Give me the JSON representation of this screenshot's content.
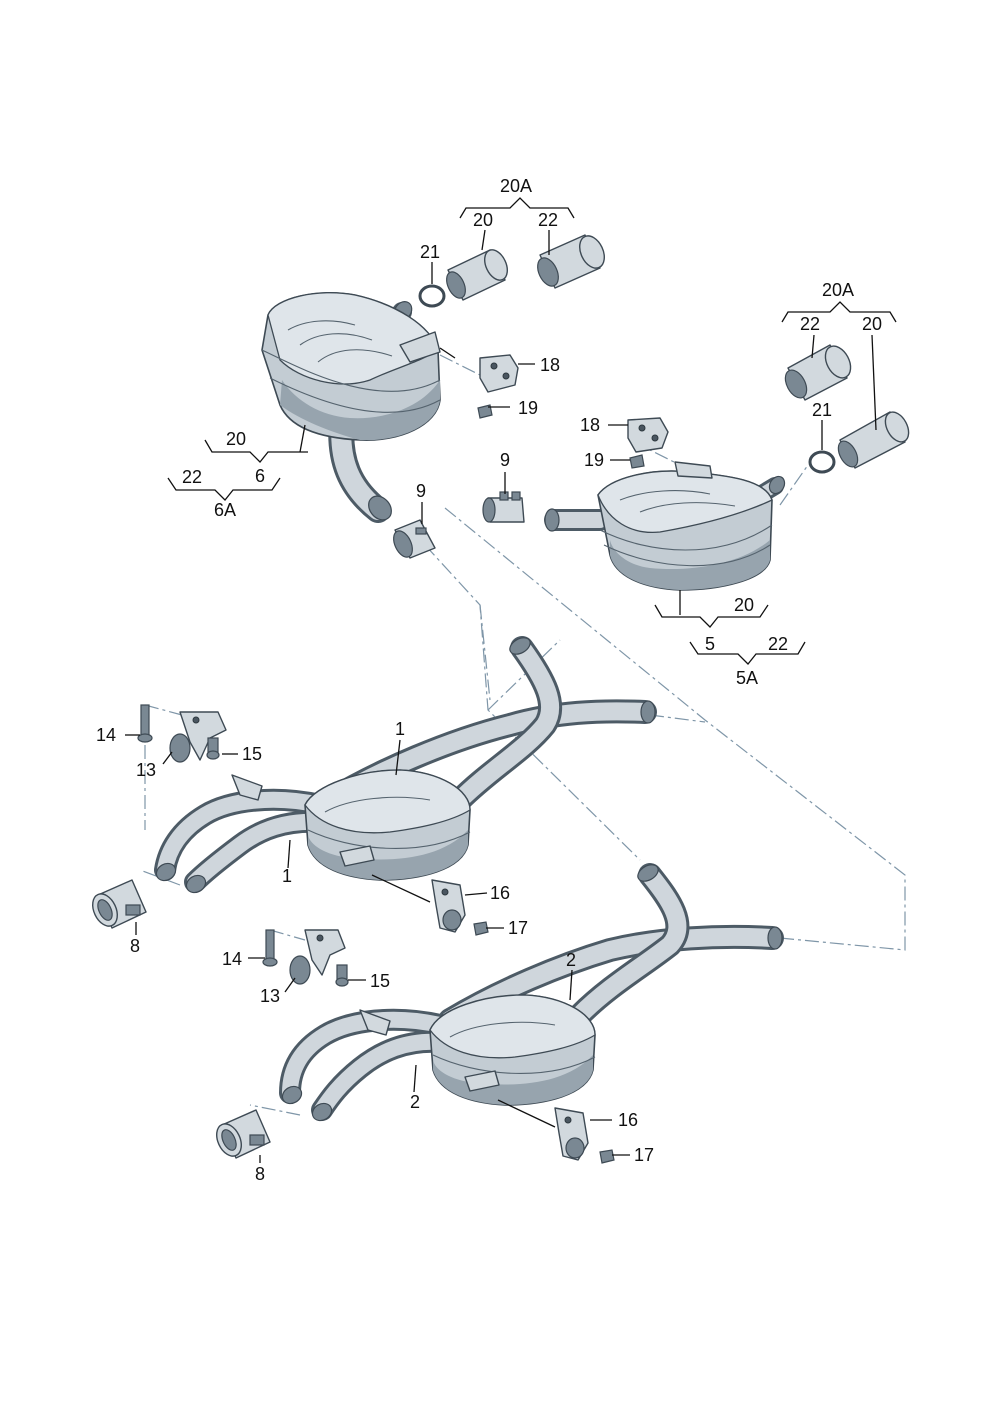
{
  "diagram": {
    "callouts": {
      "c20A_top": "20A",
      "c20_top": "20",
      "c22_top": "22",
      "c21_top": "21",
      "c18_top": "18",
      "c19_top": "19",
      "c20_left": "20",
      "c6": "6",
      "c22_left": "22",
      "c6A": "6A",
      "c9_left": "9",
      "c9_right": "9",
      "c20A_right": "20A",
      "c22_right": "22",
      "c20_right": "20",
      "c21_right": "21",
      "c18_right": "18",
      "c19_right": "19",
      "c20_right_low": "20",
      "c5": "5",
      "c22_right_low": "22",
      "c5A": "5A",
      "c1_top": "1",
      "c1_low": "1",
      "c14_a": "14",
      "c15_a": "15",
      "c13_a": "13",
      "c16_a": "16",
      "c17_a": "17",
      "c8_a": "8",
      "c2_top": "2",
      "c2_low": "2",
      "c14_b": "14",
      "c15_b": "15",
      "c13_b": "13",
      "c16_b": "16",
      "c17_b": "17",
      "c8_b": "8"
    }
  }
}
